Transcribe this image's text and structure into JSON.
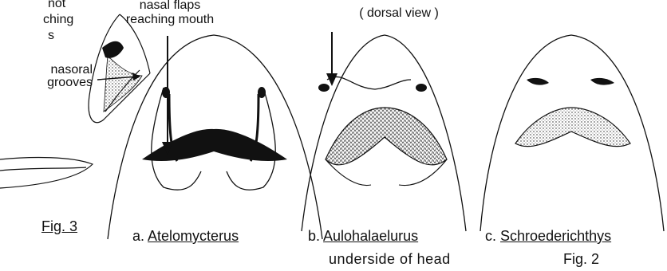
{
  "labels": {
    "not_fragment": "not",
    "reaching_fragment": "ching",
    "s_fragment": "s",
    "nasoral_grooves_line1": "nasoral",
    "nasoral_grooves_line2": "grooves",
    "nasal_flaps_line1": "nasal flaps",
    "nasal_flaps_line2": "reaching mouth",
    "dorsal_view": "( dorsal view )",
    "fig3": "Fig. 3",
    "caption_a_prefix": "a.",
    "caption_a_genus": "Atelomycterus",
    "caption_b_prefix": "b.",
    "caption_b_genus": "Aulohalaelurus",
    "caption_c_prefix": "c.",
    "caption_c_genus": "Schroederichthys",
    "underside": "underside of head",
    "fig2": "Fig. 2"
  },
  "colors": {
    "ink": "#111111",
    "paper": "#ffffff"
  }
}
